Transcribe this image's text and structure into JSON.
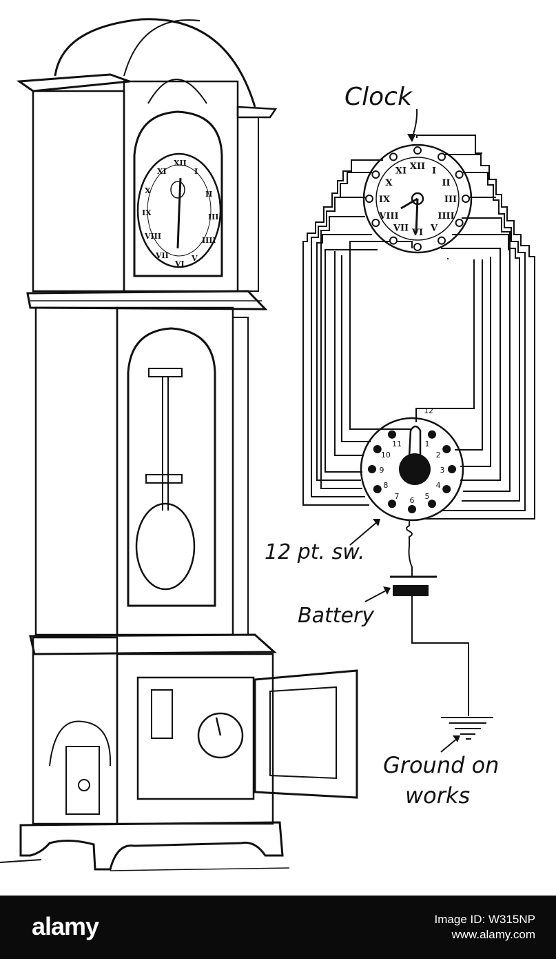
{
  "diagram": {
    "labels": {
      "clock": "Clock",
      "switch": "12 pt. sw.",
      "battery": "Battery",
      "ground_line1": "Ground on",
      "ground_line2": "works"
    },
    "switch_numbers": [
      "12",
      "1",
      "2",
      "3",
      "4",
      "5",
      "6",
      "7",
      "8",
      "9",
      "10",
      "11"
    ],
    "clock_numerals": [
      "XII",
      "I",
      "II",
      "III",
      "IIII",
      "V",
      "VI",
      "VII",
      "VIII",
      "IX",
      "X",
      "XI"
    ]
  },
  "watermark": {
    "brand": "alamy",
    "image_id": "Image ID: W315NP",
    "site": "www.alamy.com"
  }
}
